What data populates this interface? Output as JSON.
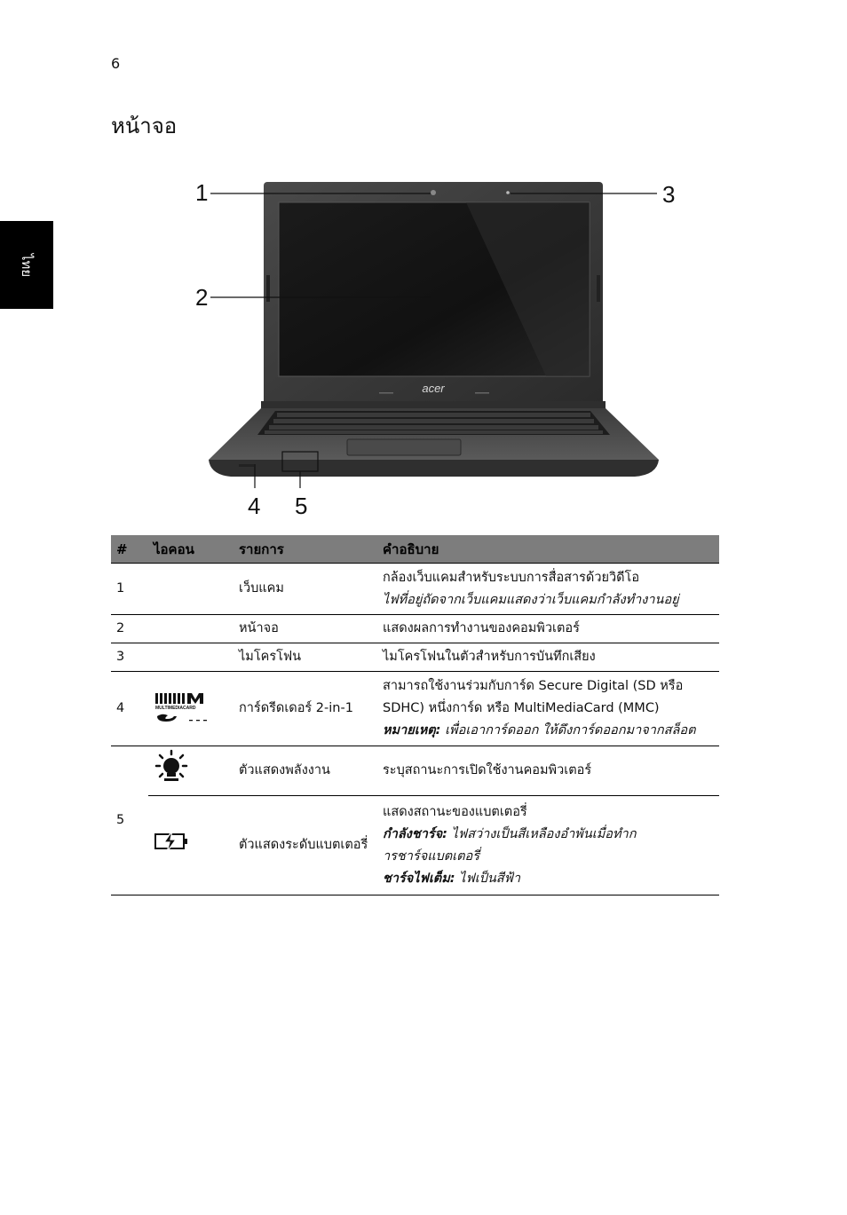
{
  "page": {
    "number": "6",
    "title": "หน้าจอ",
    "side_tab": "ไทย"
  },
  "figure": {
    "brand_logo": "acer",
    "callouts": [
      "1",
      "2",
      "3",
      "4",
      "5"
    ]
  },
  "table": {
    "headers": [
      "#",
      "ไอคอน",
      "รายการ",
      "คำอธิบาย"
    ],
    "rows": {
      "r1": {
        "num": "1",
        "item": "เว็บแคม",
        "desc_line1": "กล้องเว็บแคมสำหรับระบบการสื่อสารด้วยวิดีโอ",
        "desc_line2": "ไฟที่อยู่ถัดจากเว็บแคมแสดงว่าเว็บแคมกำลังทำงานอยู่"
      },
      "r2": {
        "num": "2",
        "item": "หน้าจอ",
        "desc": "แสดงผลการทำงานของคอมพิวเตอร์"
      },
      "r3": {
        "num": "3",
        "item": "ไมโครโฟน",
        "desc": "ไมโครโฟนในตัวสำหรับการบันทึกเสียง"
      },
      "r4": {
        "num": "4",
        "icon": "sd-mmc-card-icon",
        "logo_text_top": "MULTIMEDIACARD",
        "item": "การ์ดรีดเดอร์ 2-in-1",
        "desc_line1": "สามารถใช้งานร่วมกับการ์ด Secure Digital (SD หรือ",
        "desc_line2": "SDHC) หนึ่งการ์ด หรือ MultiMediaCard (MMC)",
        "note_label": "หมายเหตุ:",
        "note_text": " เพื่อเอาการ์ดออก ให้ดึงการ์ดออกมาจากสล็อต"
      },
      "r5": {
        "num": "5",
        "power_icon": "power-light-icon",
        "power_item": "ตัวแสดงพลังงาน",
        "power_desc": "ระบุสถานะการเปิดใช้งานคอมพิวเตอร์",
        "battery_icon": "battery-charging-icon",
        "battery_item": "ตัวแสดงระดับแบตเตอรี่",
        "battery_desc_line1": "แสดงสถานะของแบตเตอรี่",
        "charging_label": "กำลังชาร์จ:",
        "charging_text": " ไฟสว่างเป็นสีเหลืองอำพันเมื่อทำก",
        "charging_text2": "ารชาร์จแบตเตอรี่",
        "full_label": "ชาร์จไฟเต็ม:",
        "full_text": " ไฟเป็นสีฟ้า"
      }
    }
  }
}
